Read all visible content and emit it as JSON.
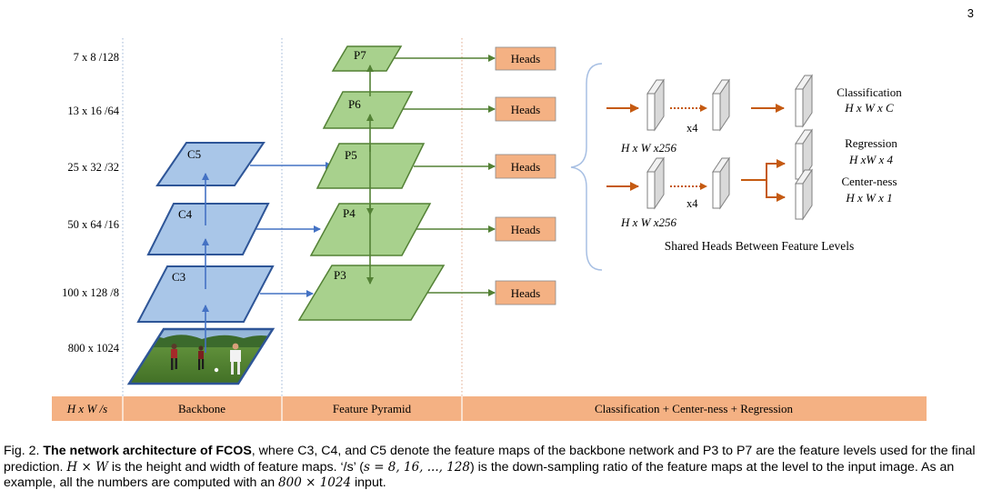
{
  "page_number": "3",
  "scales": [
    "7 x 8 /128",
    "13 x 16 /64",
    "25 x 32 /32",
    "50 x 64 /16",
    "100 x 128 /8",
    "800 x 1024"
  ],
  "backbone": {
    "levels": [
      "C5",
      "C4",
      "C3"
    ]
  },
  "pyramid": {
    "levels": [
      "P7",
      "P6",
      "P5",
      "P4",
      "P3"
    ]
  },
  "heads_label": "Heads",
  "shared_heads": {
    "branch_top_size": "H x W x256",
    "branch_bottom_size": "H x W x256",
    "repeat_label": "x4",
    "classification_label": "Classification",
    "classification_size": "H x W x C",
    "regression_label": "Regression",
    "regression_size": "H xW x 4",
    "centerness_label": "Center-ness",
    "centerness_size": "H x W x 1",
    "caption": "Shared Heads Between Feature Levels"
  },
  "bottom_bar": {
    "col1": "H x W /s",
    "col2": "Backbone",
    "col3": "Feature Pyramid",
    "col4": "Classification + Center-ness + Regression"
  },
  "figure_caption": {
    "label": "Fig. 2.",
    "title": "The network architecture of FCOS",
    "p1": ", where C3, C4, and C5 denote the feature maps of the backbone network and P3 to P7 are the feature levels used for the final prediction.",
    "hw": "H × W",
    "p2": " is the height and width of feature maps. ‘/s’ (",
    "s_values": "s = 8, 16, ..., 128",
    "p3": ") is the down-sampling ratio of the feature maps at the level to the input image. As an example, all the numbers are computed with an ",
    "input_size": "800 × 1024",
    "p4": " input."
  },
  "colors": {
    "backbone_fill": "#a9c6e8",
    "backbone_stroke": "#2e5597",
    "pyramid_fill": "#a8d18d",
    "pyramid_stroke": "#538135",
    "heads_fill": "#f4b183",
    "bar_fill": "#f4b183",
    "head_arrow": "#c55a11",
    "blue_arrow": "#4472c4",
    "green_arrow": "#538135"
  }
}
